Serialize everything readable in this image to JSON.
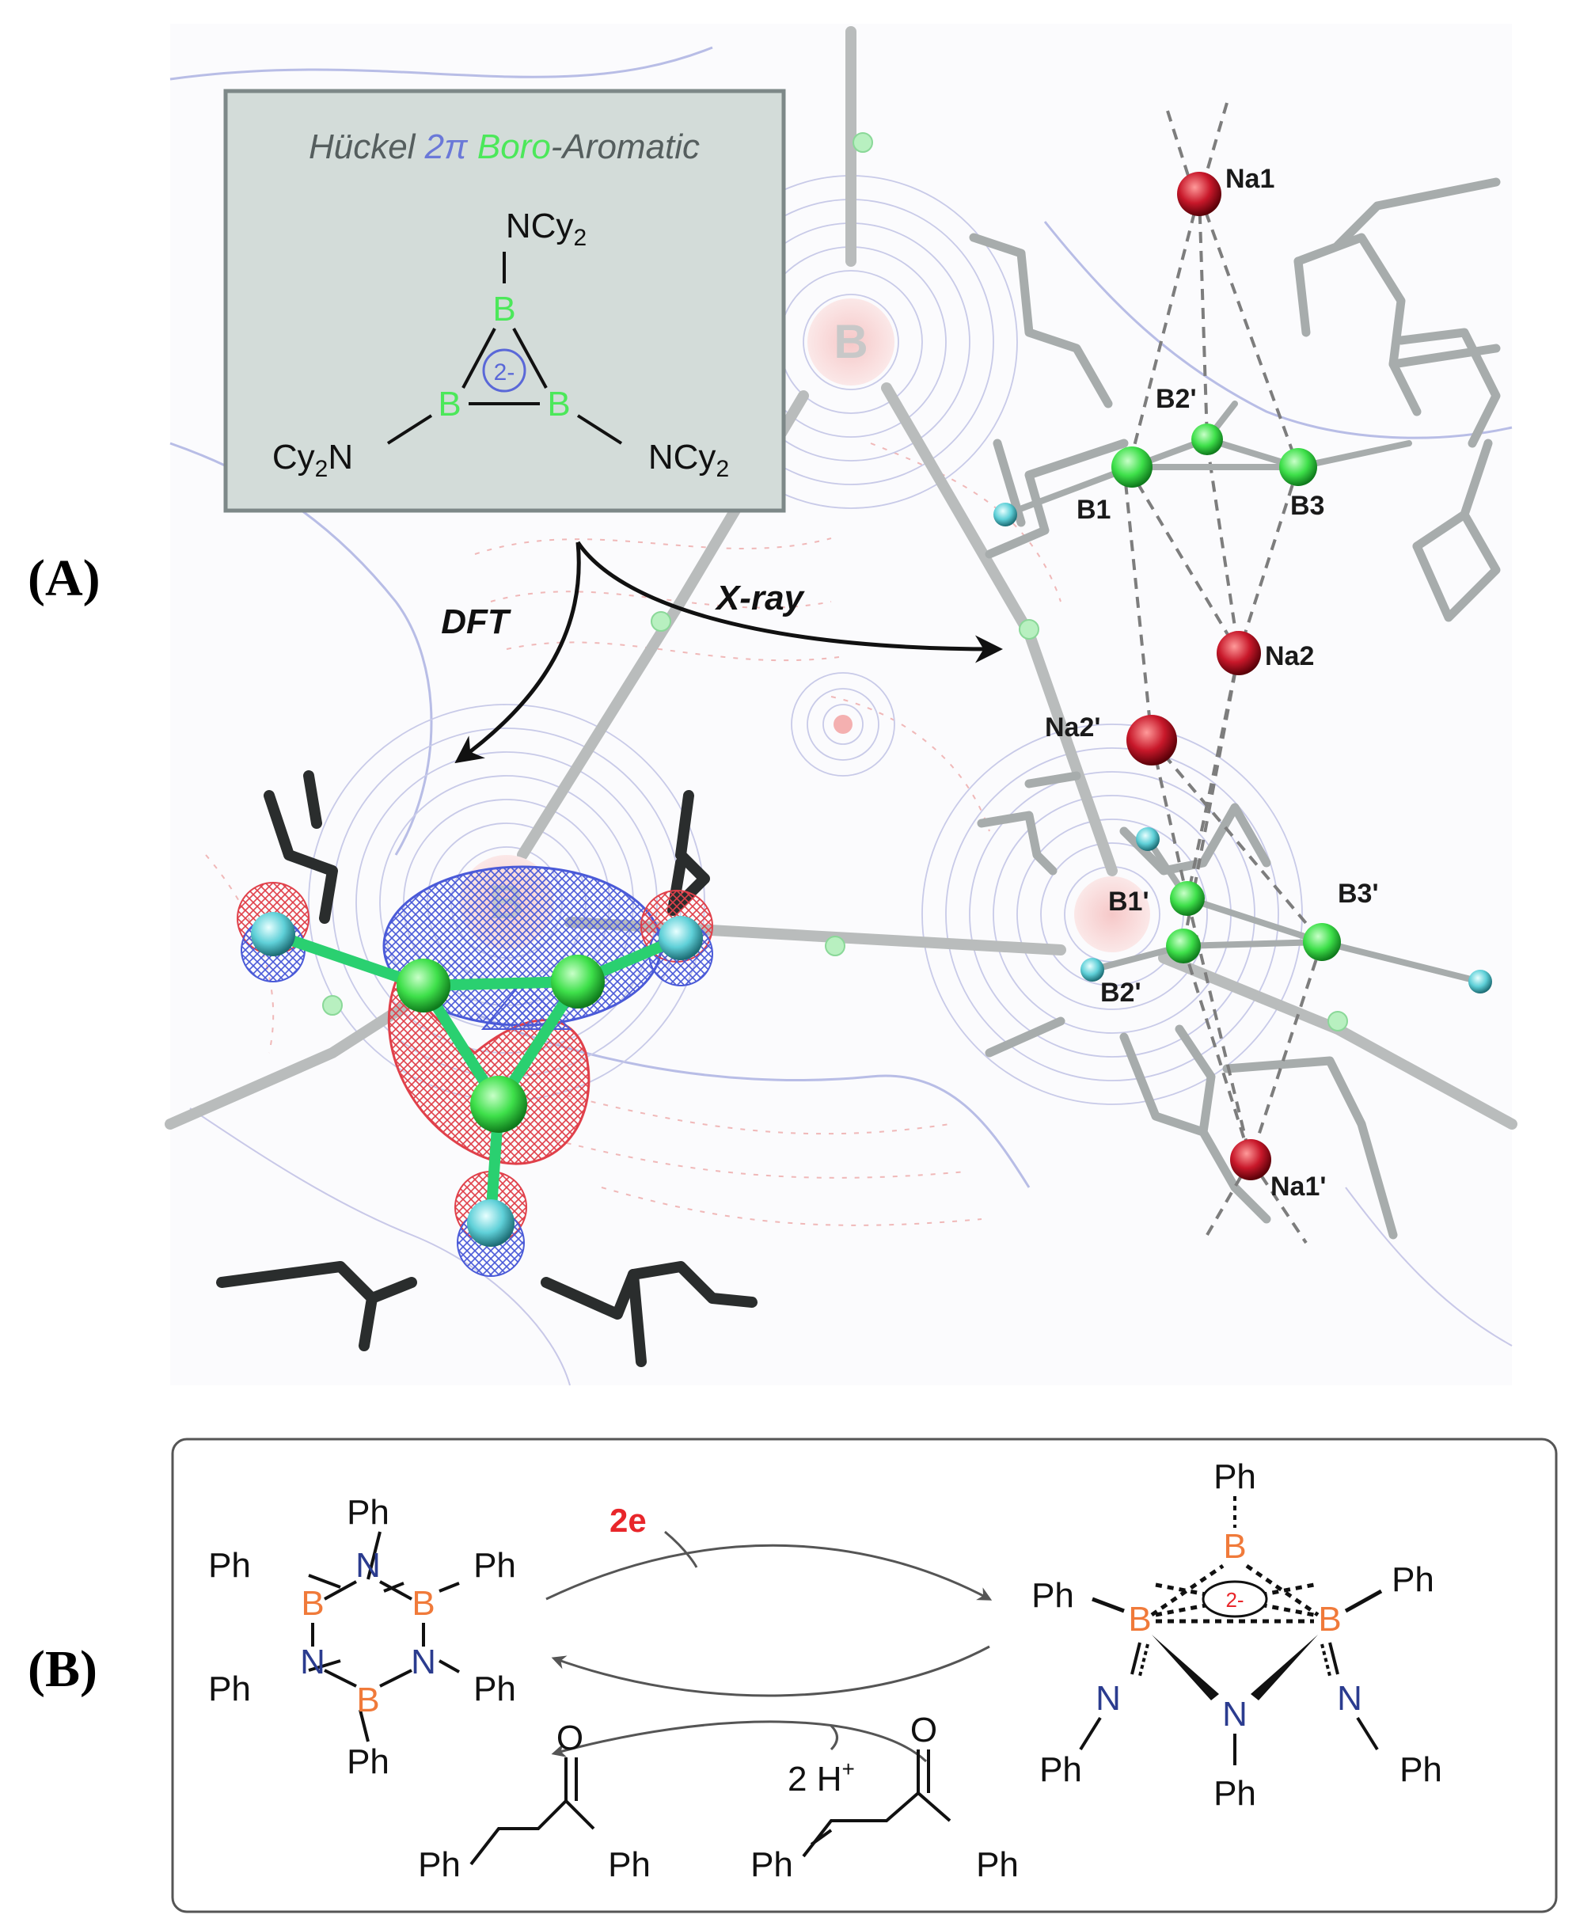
{
  "panels": {
    "a_label": "(A)",
    "b_label": "(B)"
  },
  "inset": {
    "title_part1": "Hückel ",
    "title_part2": "2π ",
    "title_part3": "Boro",
    "title_part4": "-Aromatic",
    "top_substituent": "NCy2",
    "left_substituent": "Cy2N",
    "right_substituent": "NCy2",
    "boron": "B",
    "charge": "2-"
  },
  "arrows": {
    "dft": "DFT",
    "xray": "X-ray"
  },
  "background": {
    "boron_label_1": "B",
    "boron_label_2": "B"
  },
  "xray_labels": {
    "na1": "Na1",
    "b2p": "B2'",
    "b1": "B1",
    "b3": "B3",
    "na2": "Na2",
    "na2p": "Na2'",
    "b1p": "B1'",
    "b3p": "B3'",
    "b2pp": "B2'",
    "na1p": "Na1'"
  },
  "scheme_b": {
    "reductant": "2e",
    "proton": "2 H",
    "proton_sup": "+",
    "ph": "Ph",
    "b": "B",
    "n": "N",
    "o": "O",
    "charge": "2-"
  },
  "colors": {
    "boron_green": "#3ee04a",
    "nitrogen_cyan": "#5fd0d8",
    "sodium_red": "#c8182a",
    "mesh_blue": "#4a5ad8",
    "mesh_red": "#e0404a",
    "boron_orange": "#f07a3a",
    "nitrogen_navy": "#2b3c8f",
    "reductant_red": "#e8262a",
    "inset_bg": "#d3dcd9"
  }
}
